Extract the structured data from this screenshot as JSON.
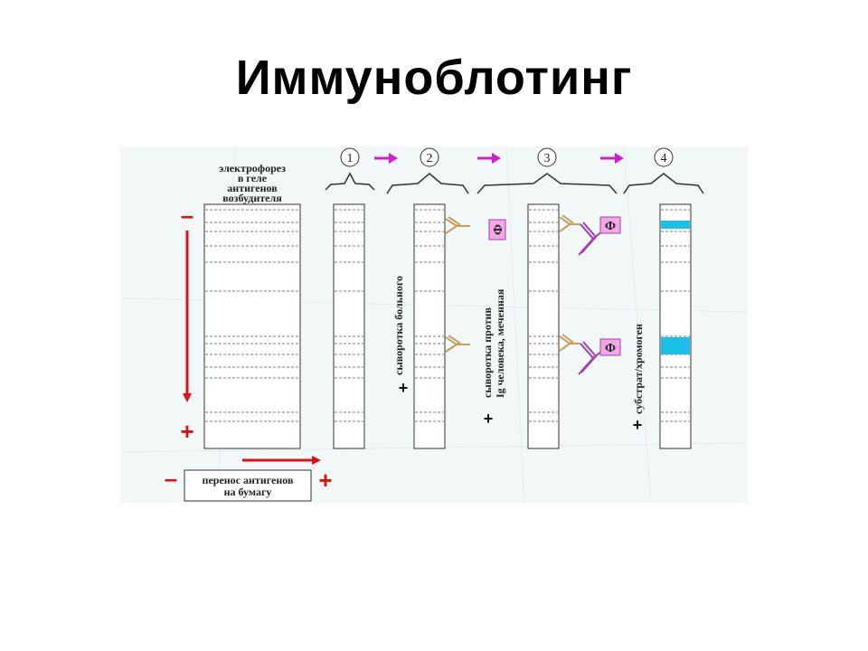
{
  "slide": {
    "title": "Иммуноблотинг"
  },
  "diagram": {
    "step_numbers": [
      "1",
      "2",
      "3",
      "4"
    ],
    "electrophoresis_label": [
      "электрофорез",
      "в геле",
      "антигенов",
      "возбудителя"
    ],
    "transfer_label": [
      "перенос антигенов",
      "на бумагу"
    ],
    "minus_sign": "–",
    "plus_sign": "+",
    "serum_patient_label": "сыворотка больного",
    "anti_ig_label": [
      "сыворотка против",
      "Ig человека, меченная"
    ],
    "substrate_label": "субстрат/хромоген",
    "enzyme_label": "Ф"
  },
  "colors": {
    "panel_bg": "#f2f7f7",
    "red": "#dd1111",
    "magenta": "#cc22cc",
    "enzyme_box": "#f4a6e6",
    "antibody_tan": "#c8a060",
    "antibody_purple": "#a040b0",
    "band_cyan": "#1ac0e8"
  }
}
